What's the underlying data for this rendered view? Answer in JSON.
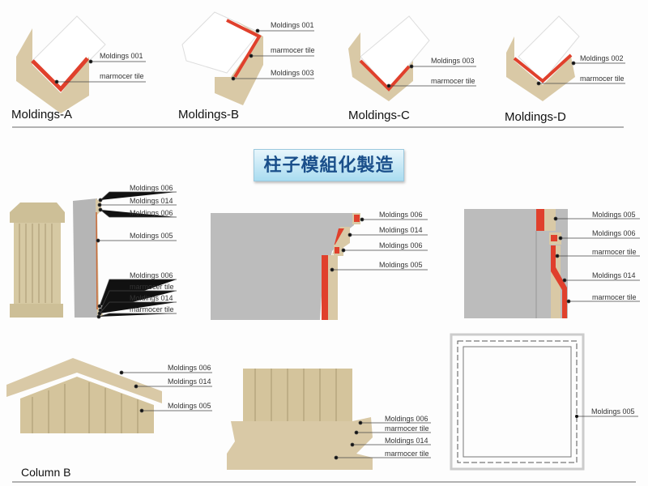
{
  "title": "柱子模組化製造",
  "moldings_row": [
    {
      "caption": "Moldings-A",
      "labels": [
        "Moldings 001",
        "marmocer tile"
      ]
    },
    {
      "caption": "Moldings-B",
      "labels": [
        "Moldings 001",
        "marmocer tile",
        "Moldings 003"
      ]
    },
    {
      "caption": "Moldings-C",
      "labels": [
        "Moldings 003",
        "marmocer tile"
      ]
    },
    {
      "caption": "Moldings-D",
      "labels": [
        "Moldings 002",
        "marmocer tile"
      ]
    }
  ],
  "column_profile": {
    "labels": [
      "Moldings 006",
      "Moldings 014",
      "Moldings 006",
      "Moldings 005",
      "Moldings 006",
      "marmocer tile",
      "Moldings 014",
      "marmocer tile"
    ]
  },
  "capital_section": {
    "labels": [
      "Moldings 006",
      "Moldings 014",
      "Moldings 006",
      "Moldings 005"
    ]
  },
  "base_section": {
    "labels": [
      "Moldings 005",
      "Moldings 006",
      "marmocer tile",
      "Moldings 014",
      "marmocer tile"
    ]
  },
  "capital_view": {
    "labels": [
      "Moldings 006",
      "Moldings 014",
      "Moldings 005"
    ]
  },
  "base_view": {
    "labels": [
      "Moldings 006",
      "marmocer tile",
      "Moldings 014",
      "marmocer tile"
    ]
  },
  "plan_view": {
    "labels": [
      "Moldings 005"
    ]
  },
  "bottom_caption": "Column B",
  "colors": {
    "marble": "#d9c9a6",
    "red": "#e0402c",
    "gray": "#bcbcbc",
    "title_text": "#1a4f8a"
  }
}
